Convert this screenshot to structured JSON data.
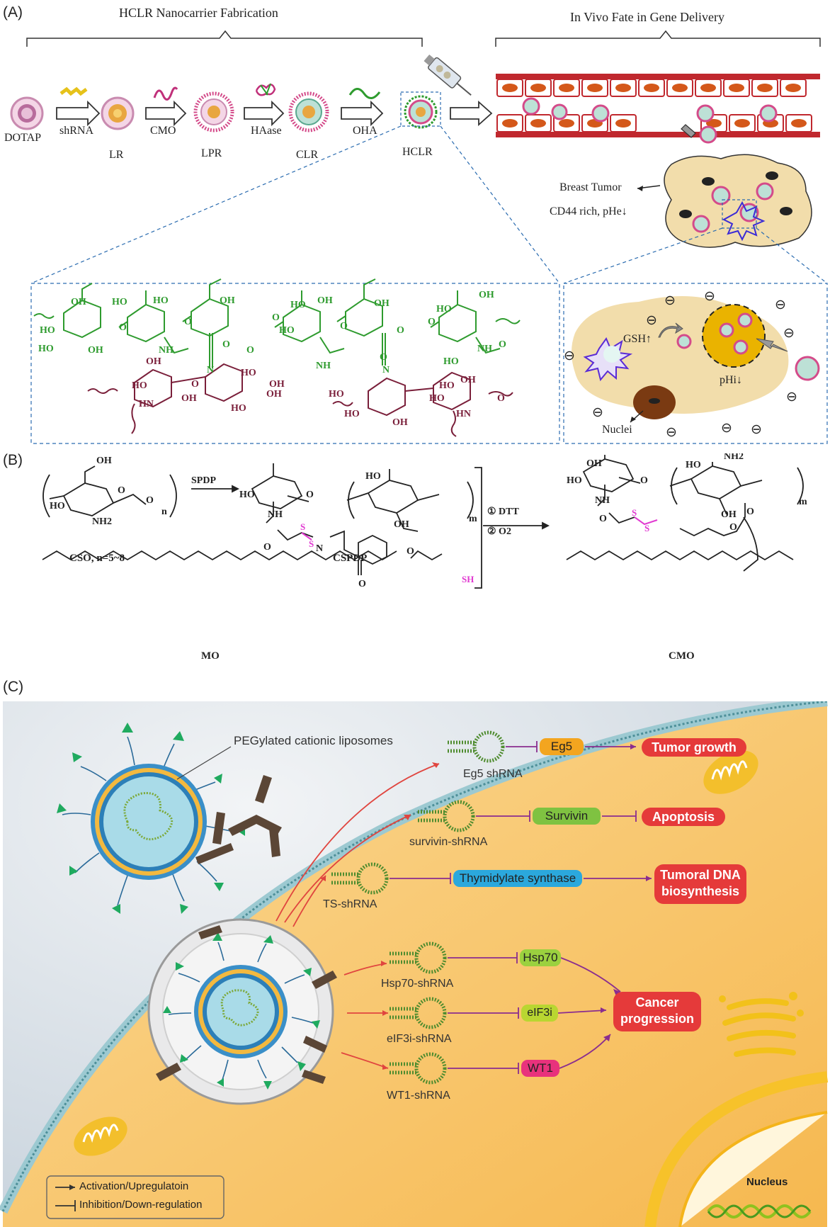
{
  "panelA": {
    "letter": "(A)",
    "fabrication_title": "HCLR Nanocarrier Fabrication",
    "fate_title": "In Vivo Fate in Gene Delivery",
    "nodes": [
      "DOTAP",
      "LR",
      "LPR",
      "CLR",
      "HCLR"
    ],
    "reagents": [
      "shRNA",
      "CMO",
      "HAase",
      "OHA"
    ],
    "breast_tumor": "Breast Tumor",
    "cd44": "CD44 rich, pHe↓",
    "gsh": "GSH↑",
    "phi": "pHi↓",
    "nuclei": "Nuclei",
    "ho": "HO",
    "oh": "OH",
    "o": "O",
    "nh": "NH",
    "hn": "HN",
    "n": "N"
  },
  "panelB": {
    "letter": "(B)",
    "spdp": "SPDP",
    "cso": "CSO, n=5~8",
    "cspdp": "CSPDP",
    "dtt": "① DTT",
    "o2": "② O2",
    "mo": "MO",
    "cmo": "CMO",
    "sh": "SH",
    "s": "S",
    "n_sub": "n",
    "m_sub": "m",
    "nh2": "NH2",
    "oh": "OH",
    "ho": "HO",
    "nh": "NH",
    "o": "O",
    "n": "N"
  },
  "panelC": {
    "letter": "(C)",
    "liposome_label": "PEGylated cationic liposomes",
    "shrnas": [
      "Eg5 shRNA",
      "survivin-shRNA",
      "TS-shRNA",
      "Hsp70-shRNA",
      "eIF3i-shRNA",
      "WT1-shRNA"
    ],
    "targets": [
      "Eg5",
      "Survivin",
      "Thymidylate synthase",
      "Hsp70",
      "eIF3i",
      "WT1"
    ],
    "outcomes": [
      "Tumor growth",
      "Apoptosis",
      "Tumoral DNA",
      "biosynthesis",
      "Cancer",
      "progression"
    ],
    "nucleus": "Nucleus",
    "legend_activation": "Activation/Upregulatoin",
    "legend_inhibition": "Inhibition/Down-regulation"
  },
  "colors": {
    "cell_bg": "#f8c66e",
    "outside_bg": "#dfe6ee",
    "outcome": "#e53a3a",
    "eg5": "#f3a51f",
    "survivin": "#7fc241",
    "ts": "#2ba8dd",
    "hsp70": "#9bd13f",
    "eif3i": "#b9d631",
    "wt1": "#e8327c",
    "sugar_green": "#2e9b2e",
    "sugar_maroon": "#7a1f3a",
    "disulfide": "#e13ad1"
  }
}
